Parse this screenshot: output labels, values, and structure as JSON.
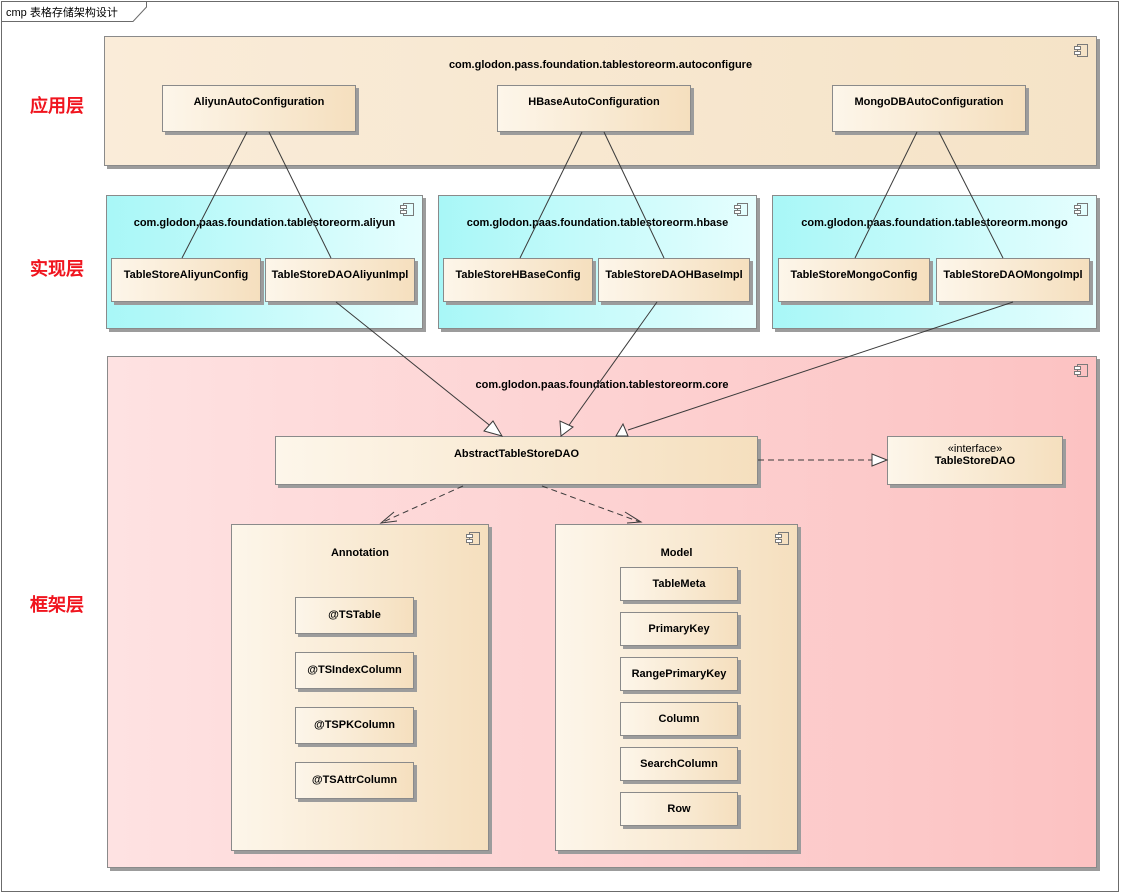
{
  "tab": {
    "label": "cmp 表格存储架构设计"
  },
  "layers": {
    "app": "应用层",
    "impl": "实现层",
    "framework": "框架层"
  },
  "packages": {
    "autoconfigure": "com.glodon.pass.foundation.tablestoreorm.autoconfigure",
    "aliyun": "com.glodon.paas.foundation.tablestoreorm.aliyun",
    "hbase": "com.glodon.paas.foundation.tablestoreorm.hbase",
    "mongo": "com.glodon.paas.foundation.tablestoreorm.mongo",
    "core": "com.glodon.paas.foundation.tablestoreorm.core",
    "annotation": "Annotation",
    "model": "Model"
  },
  "classes": {
    "aliyun_auto": "AliyunAutoConfiguration",
    "hbase_auto": "HBaseAutoConfiguration",
    "mongo_auto": "MongoDBAutoConfiguration",
    "aliyun_config": "TableStoreAliyunConfig",
    "aliyun_dao": "TableStoreDAOAliyunImpl",
    "hbase_config": "TableStoreHBaseConfig",
    "hbase_dao": "TableStoreDAOHBaseImpl",
    "mongo_config": "TableStoreMongoConfig",
    "mongo_dao": "TableStoreDAOMongoImpl",
    "abstract_dao": "AbstractTableStoreDAO",
    "interface_stereotype": "«interface»",
    "interface_name": "TableStoreDAO"
  },
  "annotations": [
    "@TSTable",
    "@TSIndexColumn",
    "@TSPKColumn",
    "@TSAttrColumn"
  ],
  "models": [
    "TableMeta",
    "PrimaryKey",
    "RangePrimaryKey",
    "Column",
    "SearchColumn",
    "Row"
  ]
}
